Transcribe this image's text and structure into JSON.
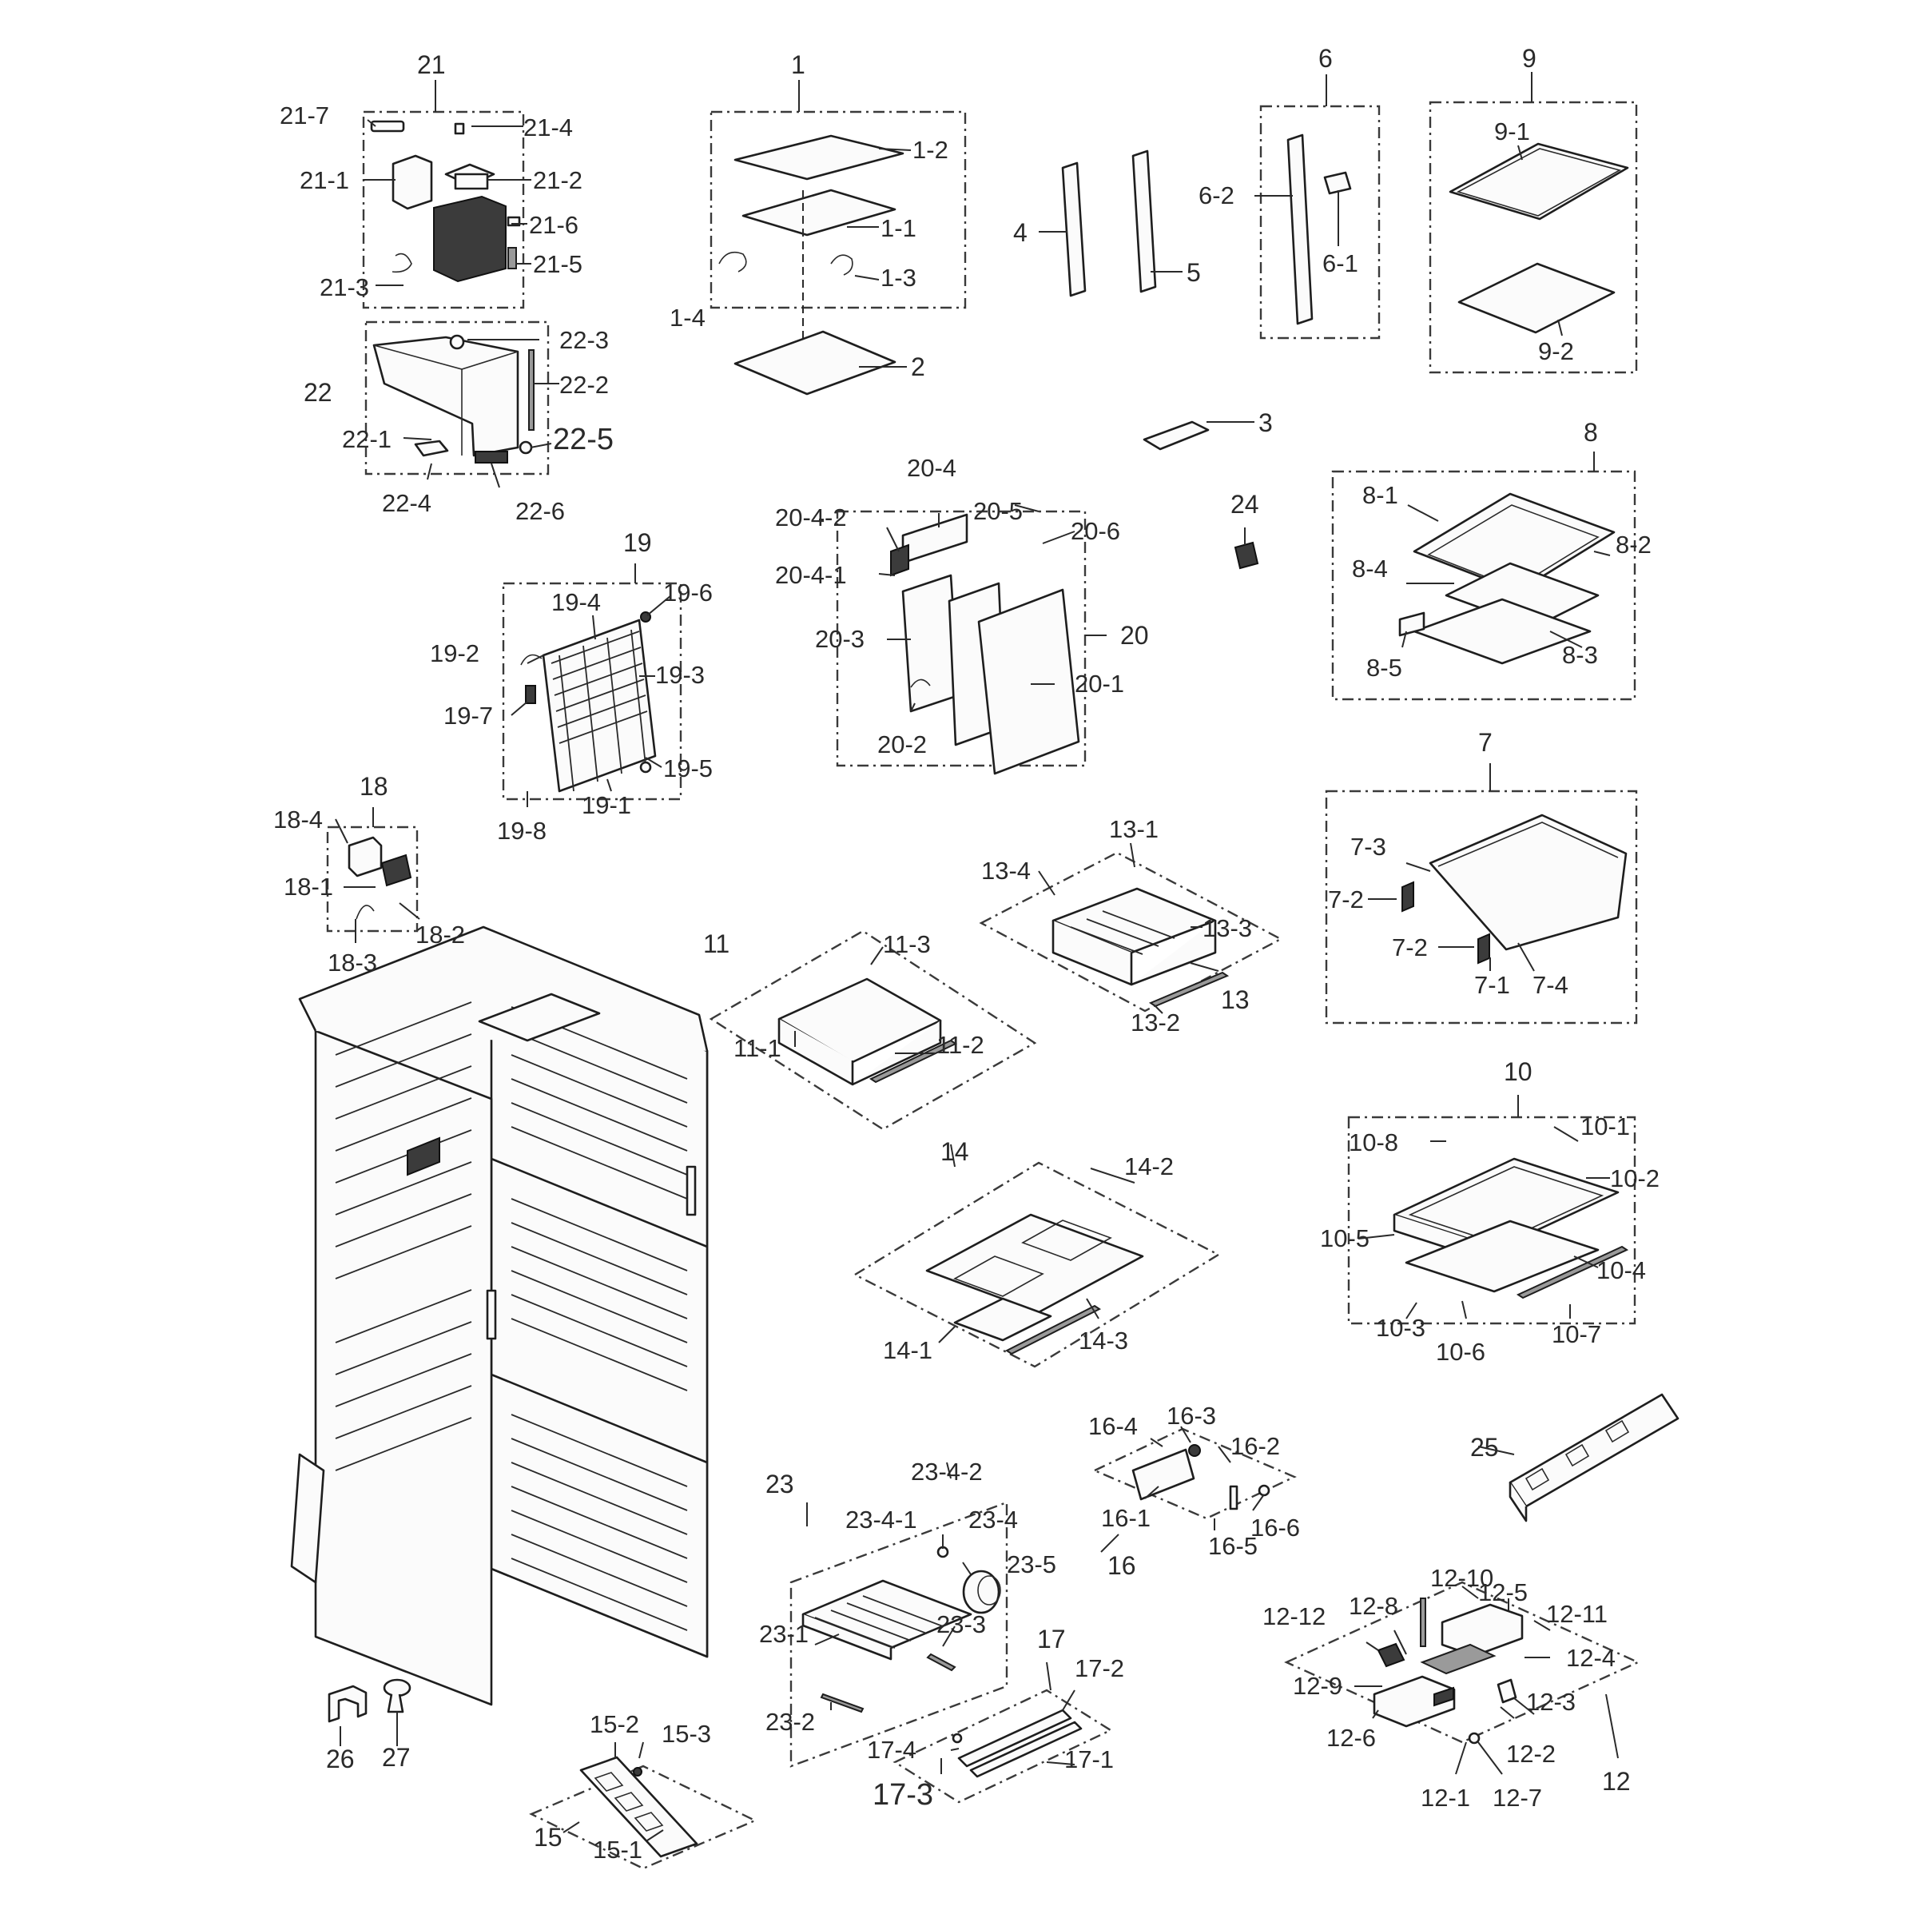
{
  "diagram": {
    "groups": [
      "1",
      "2",
      "3",
      "4",
      "5",
      "6",
      "7",
      "8",
      "9",
      "10",
      "11",
      "12",
      "13",
      "14",
      "15",
      "16",
      "17",
      "18",
      "19",
      "20",
      "21",
      "22",
      "23",
      "24",
      "25",
      "26",
      "27"
    ],
    "labels": {
      "g21": "21",
      "p21_7": "21-7",
      "p21_4": "21-4",
      "p21_1": "21-1",
      "p21_2": "21-2",
      "p21_6": "21-6",
      "p21_5": "21-5",
      "p21_3": "21-3",
      "g22": "22",
      "p22_3": "22-3",
      "p22_2": "22-2",
      "p22_1": "22-1",
      "p22_5": "22-5",
      "p22_4": "22-4",
      "p22_6": "22-6",
      "g1": "1",
      "p1_2": "1-2",
      "p1_1": "1-1",
      "p1_3": "1-3",
      "p1_4": "1-4",
      "g2": "2",
      "g4": "4",
      "g5": "5",
      "g6": "6",
      "p6_2": "6-2",
      "p6_1": "6-1",
      "g9": "9",
      "p9_1": "9-1",
      "p9_2": "9-2",
      "g3": "3",
      "g24": "24",
      "g8": "8",
      "p8_1": "8-1",
      "p8_2": "8-2",
      "p8_4": "8-4",
      "p8_3": "8-3",
      "p8_5": "8-5",
      "g20_4": "20-4",
      "p20_4_2": "20-4-2",
      "p20_5": "20-5",
      "p20_6": "20-6",
      "p20_4_1": "20-4-1",
      "p20_3": "20-3",
      "g20": "20",
      "p20_1": "20-1",
      "p20_2": "20-2",
      "g19": "19",
      "p19_6": "19-6",
      "p19_4": "19-4",
      "p19_2": "19-2",
      "p19_3": "19-3",
      "p19_7": "19-7",
      "p19_5": "19-5",
      "p19_1": "19-1",
      "p19_8": "19-8",
      "g18": "18",
      "p18_4": "18-4",
      "p18_1": "18-1",
      "p18_2": "18-2",
      "p18_3": "18-3",
      "g7": "7",
      "p7_3": "7-3",
      "p7_2a": "7-2",
      "p7_2b": "7-2",
      "p7_1": "7-1",
      "p7_4": "7-4",
      "p13_1": "13-1",
      "p13_4": "13-4",
      "p13_3": "13-3",
      "g13": "13",
      "p13_2": "13-2",
      "g11": "11",
      "p11_3": "11-3",
      "p11_1": "11-1",
      "p11_2": "11-2",
      "g10": "10",
      "p10_8": "10-8",
      "p10_1": "10-1",
      "p10_2": "10-2",
      "p10_5": "10-5",
      "p10_4": "10-4",
      "p10_3": "10-3",
      "p10_6": "10-6",
      "p10_7": "10-7",
      "g14": "14",
      "p14_2": "14-2",
      "p14_1": "14-1",
      "p14_3": "14-3",
      "g25": "25",
      "p16_4": "16-4",
      "p16_3": "16-3",
      "p16_2": "16-2",
      "p16_1": "16-1",
      "p16_6": "16-6",
      "p16_5": "16-5",
      "g16": "16",
      "g23": "23",
      "p23_4_2": "23-4-2",
      "p23_4_1": "23-4-1",
      "p23_4": "23-4",
      "p23_5": "23-5",
      "p23_3": "23-3",
      "p23_1": "23-1",
      "p23_2": "23-2",
      "p12_10": "12-10",
      "p12_5": "12-5",
      "p12_11": "12-11",
      "p12_12": "12-12",
      "p12_8": "12-8",
      "p12_4": "12-4",
      "p12_9": "12-9",
      "p12_3": "12-3",
      "p12_6": "12-6",
      "p12_2": "12-2",
      "g12": "12",
      "p12_1": "12-1",
      "p12_7": "12-7",
      "g17": "17",
      "p17_2": "17-2",
      "p17_4": "17-4",
      "p17_1": "17-1",
      "p17_3": "17-3",
      "g26": "26",
      "g27": "27",
      "p15_2": "15-2",
      "p15_3": "15-3",
      "g15": "15",
      "p15_1": "15-1"
    },
    "colors": {
      "ink": "#1e1e1e",
      "paper": "#ffffff",
      "dark": "#3b3b3b"
    }
  }
}
